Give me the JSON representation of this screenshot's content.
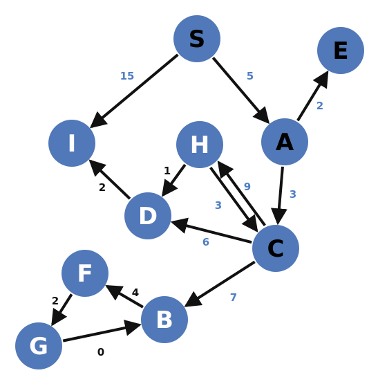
{
  "colors": {
    "node_fill": "#5178B8",
    "edge": "#111111",
    "weight_blue": "#4F7FC4",
    "weight_black": "#111111",
    "label_white": "#FFFFFF",
    "label_black": "#000000"
  },
  "nodes": [
    {
      "id": "S",
      "label": "S",
      "label_color": "black"
    },
    {
      "id": "E",
      "label": "E",
      "label_color": "black"
    },
    {
      "id": "I",
      "label": "I",
      "label_color": "white"
    },
    {
      "id": "H",
      "label": "H",
      "label_color": "white"
    },
    {
      "id": "A",
      "label": "A",
      "label_color": "black"
    },
    {
      "id": "D",
      "label": "D",
      "label_color": "white"
    },
    {
      "id": "C",
      "label": "C",
      "label_color": "black"
    },
    {
      "id": "F",
      "label": "F",
      "label_color": "white"
    },
    {
      "id": "B",
      "label": "B",
      "label_color": "white"
    },
    {
      "id": "G",
      "label": "G",
      "label_color": "white"
    }
  ],
  "edges": [
    {
      "from": "S",
      "to": "I",
      "weight": "15",
      "weight_color": "blue"
    },
    {
      "from": "S",
      "to": "A",
      "weight": "5",
      "weight_color": "blue"
    },
    {
      "from": "A",
      "to": "E",
      "weight": "2",
      "weight_color": "blue"
    },
    {
      "from": "A",
      "to": "C",
      "weight": "3",
      "weight_color": "blue"
    },
    {
      "from": "H",
      "to": "D",
      "weight": "1",
      "weight_color": "black"
    },
    {
      "from": "H",
      "to": "C",
      "weight": "9",
      "weight_color": "blue"
    },
    {
      "from": "C",
      "to": "H",
      "weight": "3",
      "weight_color": "blue"
    },
    {
      "from": "D",
      "to": "I",
      "weight": "2",
      "weight_color": "black"
    },
    {
      "from": "C",
      "to": "D",
      "weight": "6",
      "weight_color": "blue"
    },
    {
      "from": "C",
      "to": "B",
      "weight": "7",
      "weight_color": "blue"
    },
    {
      "from": "B",
      "to": "F",
      "weight": "4",
      "weight_color": "black"
    },
    {
      "from": "F",
      "to": "G",
      "weight": "2",
      "weight_color": "black"
    },
    {
      "from": "G",
      "to": "B",
      "weight": "0",
      "weight_color": "black"
    }
  ]
}
